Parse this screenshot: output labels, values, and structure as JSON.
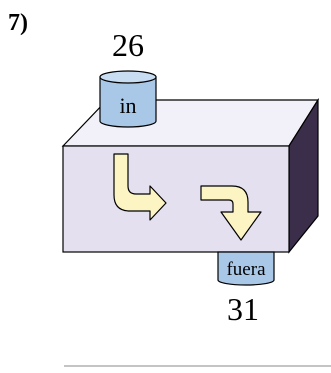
{
  "problem": {
    "number": "7)"
  },
  "machine": {
    "input": {
      "label": "in",
      "value": "26"
    },
    "output": {
      "label": "fuera",
      "value": "31"
    }
  },
  "colors": {
    "box_front": "#e4e0f0",
    "box_top": "#f2f0f8",
    "box_side": "#3a2e4a",
    "cylinder_fill": "#a9c7e7",
    "arrow_fill": "#fdf4c4",
    "outline": "#000000",
    "divider": "#b0b0b0"
  }
}
